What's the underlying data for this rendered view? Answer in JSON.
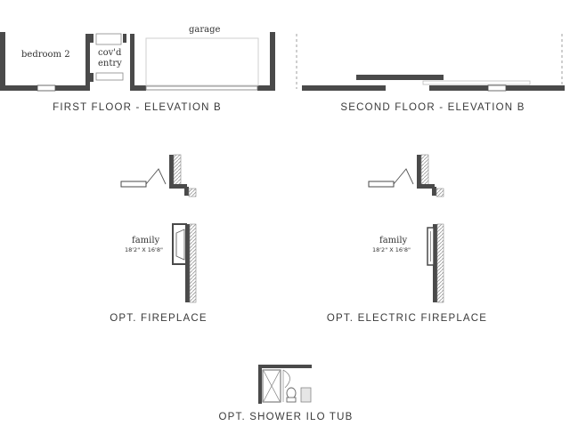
{
  "first_floor": {
    "caption": "FIRST FLOOR - ELEVATION B",
    "bedroom_label": "bedroom 2",
    "entry_label_line1": "cov'd",
    "entry_label_line2": "entry",
    "garage_label": "garage"
  },
  "second_floor": {
    "caption": "SECOND FLOOR - ELEVATION B"
  },
  "fireplace": {
    "caption": "OPT. FIREPLACE",
    "room_label": "family",
    "room_dims": "18'2\" X 16'8\""
  },
  "electric_fireplace": {
    "caption": "OPT. ELECTRIC FIREPLACE",
    "room_label": "family",
    "room_dims": "18'2\" X 16'8\""
  },
  "shower": {
    "caption": "OPT. SHOWER ILO TUB"
  },
  "colors": {
    "wall": "#4a4a4a",
    "hatch": "#9a9a9a",
    "light": "#d8d8d8"
  }
}
